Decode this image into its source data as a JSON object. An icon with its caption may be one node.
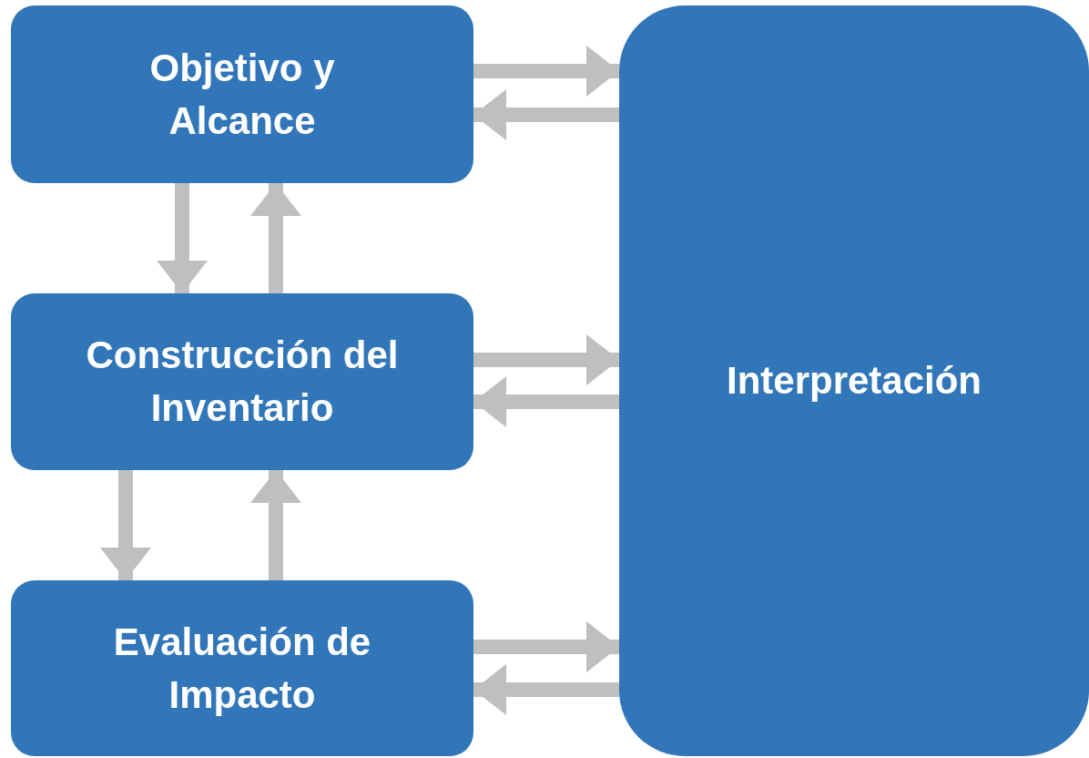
{
  "diagram": {
    "nodes": [
      {
        "text": [
          "Objetivo y Alcance"
        ]
      },
      {
        "text": [
          "Construcción del Inventario"
        ]
      },
      {
        "text": [
          "Evaluación de Impacto"
        ]
      },
      {
        "text": [
          "Interpretación"
        ]
      }
    ],
    "edges": [
      {
        "from": 0,
        "to": 3,
        "arrow": "to"
      },
      {
        "from": 3,
        "to": 0,
        "arrow": "to"
      },
      {
        "from": 0,
        "to": 1,
        "arrow": "to"
      },
      {
        "from": 1,
        "to": 0,
        "arrow": "to"
      },
      {
        "from": 1,
        "to": 3,
        "arrow": "to"
      },
      {
        "from": 3,
        "to": 1,
        "arrow": "to"
      },
      {
        "from": 1,
        "to": 2,
        "arrow": "to"
      },
      {
        "from": 2,
        "to": 1,
        "arrow": "to"
      },
      {
        "from": 2,
        "to": 3,
        "arrow": "to"
      },
      {
        "from": 3,
        "to": 2,
        "arrow": "to"
      }
    ]
  }
}
